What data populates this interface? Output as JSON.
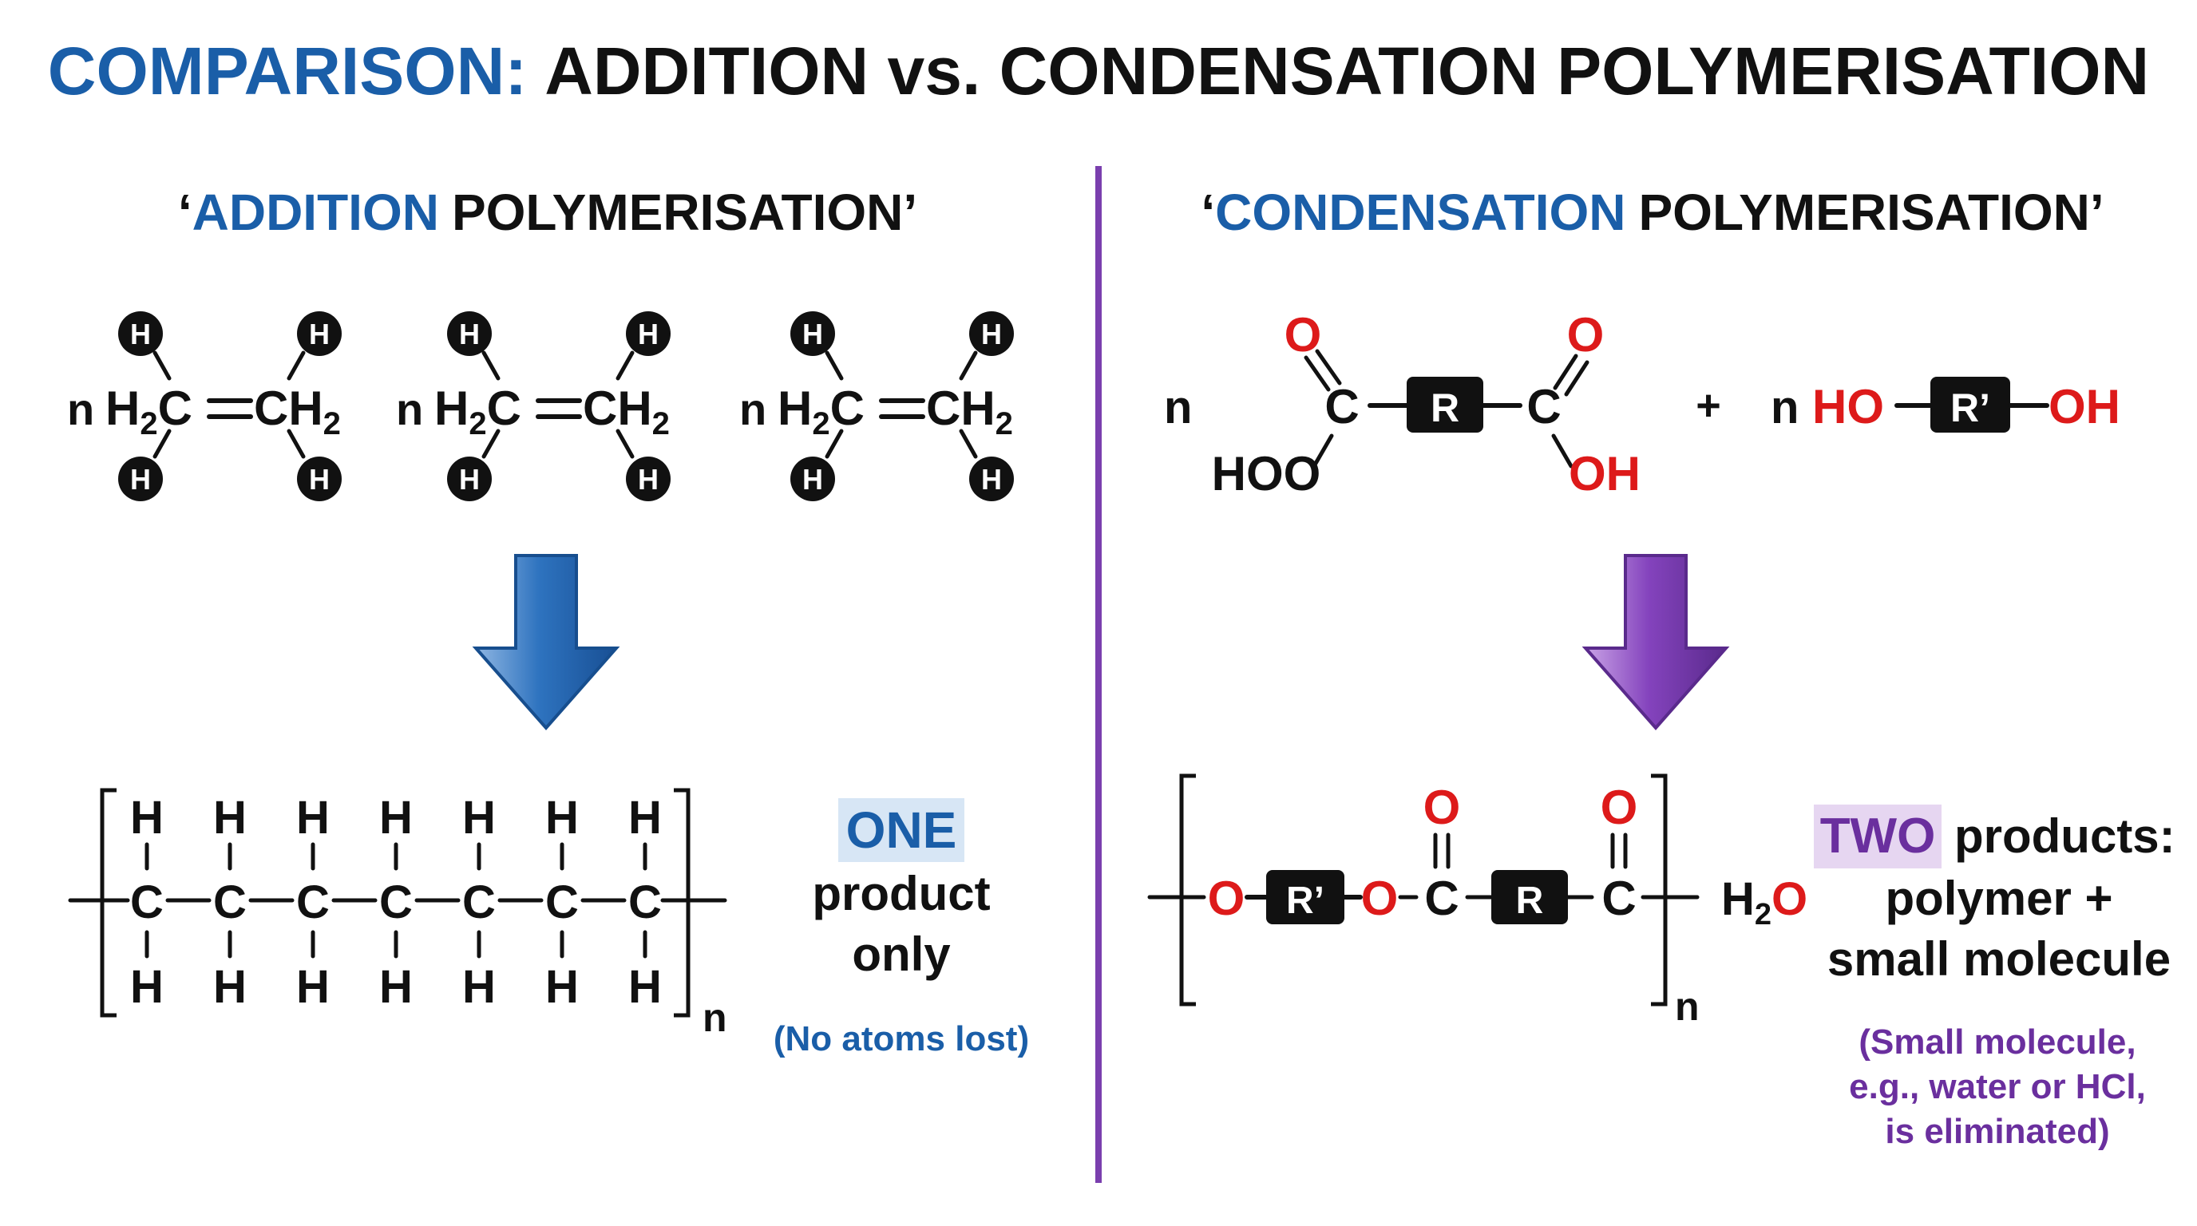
{
  "title": {
    "highlight": "COMPARISON:",
    "rest": "ADDITION vs. CONDENSATION POLYMERISATION",
    "highlight_color": "#1a5ea8"
  },
  "addition": {
    "heading_open": "‘",
    "heading_key": "ADDITION",
    "heading_rest": "POLYMERISATION’",
    "monomer_coeff": "n",
    "monomer_left": "H",
    "monomer_left_sub": "2",
    "monomer_left_end": "C",
    "monomer_right": "CH",
    "monomer_right_sub": "2",
    "atom_h": "H",
    "atom_c": "C",
    "repeat_n": "n",
    "result_badge": "ONE",
    "result_line1": "product",
    "result_line2": "only",
    "note": "(No atoms lost)",
    "arrow_color": "#2a6db5",
    "accent_color": "#1a5ea8"
  },
  "condensation": {
    "heading_open": "‘",
    "heading_key": "CONDENSATION",
    "heading_rest": "POLYMERISATION’",
    "acid_coeff": "n",
    "atom_o": "O",
    "atom_c": "C",
    "group_r": "R",
    "group_r_prime": "R’",
    "acid_left_oh": "HOO",
    "acid_right_oh": "OH",
    "plus": "+",
    "diol_coeff": "n",
    "diol_left": "HO",
    "diol_right": "OH",
    "repeat_n": "n",
    "byproduct_h": "H",
    "byproduct_sub": "2",
    "byproduct_o": "O",
    "result_badge": "TWO",
    "result_line1": "products:",
    "result_line2": "polymer +",
    "result_line3": "small molecule",
    "note_line1": "(Small molecule,",
    "note_line2": "e.g., water or HCl,",
    "note_line3": "is eliminated)",
    "arrow_color": "#7a3fae",
    "accent_color": "#6a2f9e",
    "oxygen_color": "#dd1a1a"
  },
  "divider_color": "#7a3fae"
}
